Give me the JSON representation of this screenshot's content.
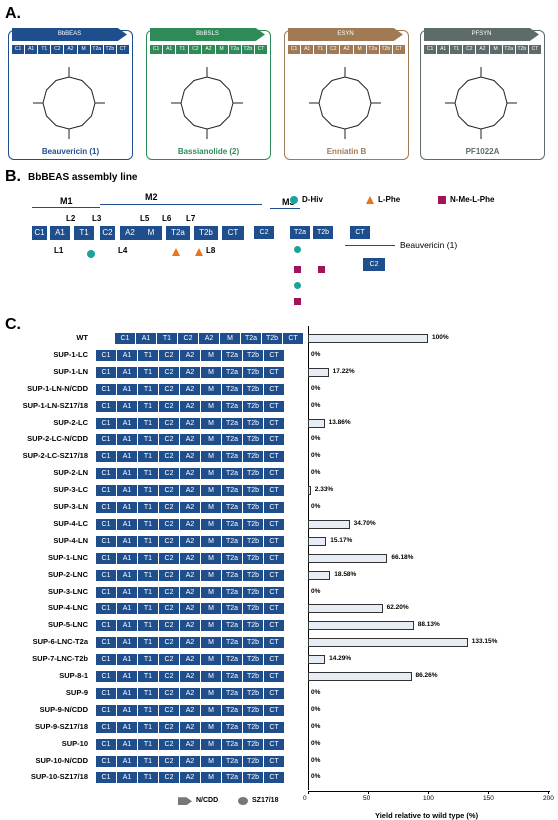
{
  "panel_a": {
    "letter": "A.",
    "cards": [
      {
        "header": "BbBEAS",
        "color": "#1f4e8c",
        "name": "Beauvericin (1)",
        "domains": [
          "C1",
          "A1",
          "T1",
          "C2",
          "A2",
          "M",
          "T2a",
          "T2b",
          "CT"
        ]
      },
      {
        "header": "BbBSLS",
        "color": "#2e8b57",
        "name": "Bassianolide (2)",
        "domains": [
          "C1",
          "A1",
          "T1",
          "C2",
          "A2",
          "M",
          "T2a",
          "T2b",
          "CT"
        ]
      },
      {
        "header": "ESYN",
        "color": "#a07a55",
        "name": "Enniatin B",
        "domains": [
          "C1",
          "A1",
          "T1",
          "C2",
          "A2",
          "M",
          "T2a",
          "T2b",
          "CT"
        ]
      },
      {
        "header": "PFSYN",
        "color": "#5d6b6b",
        "name": "PF1022A",
        "domains": [
          "C1",
          "A1",
          "T1",
          "C2",
          "A2",
          "M",
          "T2a",
          "T2b",
          "CT"
        ]
      }
    ]
  },
  "panel_b": {
    "letter": "B.",
    "title": "BbBEAS assembly line",
    "modules": [
      "M1",
      "M2",
      "M3"
    ],
    "linkers": [
      "L2",
      "L3",
      "L5",
      "L6",
      "L7",
      "L1",
      "L4",
      "L8"
    ],
    "domains": [
      "C1",
      "A1",
      "T1",
      "C2",
      "A2",
      "M",
      "T2a",
      "T2b",
      "CT"
    ],
    "iter_domains": [
      "C2",
      "T2a",
      "T2b",
      "CT",
      "C2"
    ],
    "legend": [
      {
        "label": "D-Hiv",
        "color": "#1aa39a"
      },
      {
        "label": "L-Phe",
        "color": "#e8731a"
      },
      {
        "label": "N-Me-L-Phe",
        "color": "#a0145c"
      }
    ],
    "product": "Beauvericin (1)"
  },
  "panel_c": {
    "letter": "C.",
    "xlabel": "Yield relative to wild type (%)",
    "legend": [
      "N/CDD",
      "SZ17/18"
    ],
    "rows": [
      {
        "label": "WT",
        "pct": "100%"
      },
      {
        "label": "SUP-1-LC",
        "pct": "0%"
      },
      {
        "label": "SUP-1-LN",
        "pct": "17.22%"
      },
      {
        "label": "SUP-1-LN-N/CDD",
        "pct": "0%"
      },
      {
        "label": "SUP-1-LN-SZ17/18",
        "pct": "0%"
      },
      {
        "label": "SUP-2-LC",
        "pct": "13.86%"
      },
      {
        "label": "SUP-2-LC-N/CDD",
        "pct": "0%"
      },
      {
        "label": "SUP-2-LC-SZ17/18",
        "pct": "0%"
      },
      {
        "label": "SUP-2-LN",
        "pct": "0%"
      },
      {
        "label": "SUP-3-LC",
        "pct": "2.33%"
      },
      {
        "label": "SUP-3-LN",
        "pct": "0%"
      },
      {
        "label": "SUP-4-LC",
        "pct": "34.70%"
      },
      {
        "label": "SUP-4-LN",
        "pct": "15.17%"
      },
      {
        "label": "SUP-1-LNC",
        "pct": "66.18%"
      },
      {
        "label": "SUP-2-LNC",
        "pct": "18.58%"
      },
      {
        "label": "SUP-3-LNC",
        "pct": "0%"
      },
      {
        "label": "SUP-4-LNC",
        "pct": "62.20%"
      },
      {
        "label": "SUP-5-LNC",
        "pct": "88.13%"
      },
      {
        "label": "SUP-6-LNC-T2a",
        "pct": "133.15%"
      },
      {
        "label": "SUP-7-LNC-T2b",
        "pct": "14.29%"
      },
      {
        "label": "SUP-8-1",
        "pct": "86.26%"
      },
      {
        "label": "SUP-9",
        "pct": "0%"
      },
      {
        "label": "SUP-9-N/CDD",
        "pct": "0%"
      },
      {
        "label": "SUP-9-SZ17/18",
        "pct": "0%"
      },
      {
        "label": "SUP-10",
        "pct": "0%"
      },
      {
        "label": "SUP-10-N/CDD",
        "pct": "0%"
      },
      {
        "label": "SUP-10-SZ17/18",
        "pct": "0%"
      }
    ],
    "row_domains": [
      "C1",
      "A1",
      "T1",
      "C2",
      "A2",
      "M",
      "T2a",
      "T2b",
      "CT"
    ]
  },
  "chart_data": {
    "type": "bar",
    "orientation": "horizontal",
    "categories": [
      "WT",
      "SUP-1-LC",
      "SUP-1-LN",
      "SUP-1-LN-N/CDD",
      "SUP-1-LN-SZ17/18",
      "SUP-2-LC",
      "SUP-2-LC-N/CDD",
      "SUP-2-LC-SZ17/18",
      "SUP-2-LN",
      "SUP-3-LC",
      "SUP-3-LN",
      "SUP-4-LC",
      "SUP-4-LN",
      "SUP-1-LNC",
      "SUP-2-LNC",
      "SUP-3-LNC",
      "SUP-4-LNC",
      "SUP-5-LNC",
      "SUP-6-LNC-T2a",
      "SUP-7-LNC-T2b",
      "SUP-8-1",
      "SUP-9",
      "SUP-9-N/CDD",
      "SUP-9-SZ17/18",
      "SUP-10",
      "SUP-10-N/CDD",
      "SUP-10-SZ17/18"
    ],
    "values": [
      100,
      0,
      17.22,
      0,
      0,
      13.86,
      0,
      0,
      0,
      2.33,
      0,
      34.7,
      15.17,
      66.18,
      18.58,
      0,
      62.2,
      88.13,
      133.15,
      14.29,
      86.26,
      0,
      0,
      0,
      0,
      0,
      0
    ],
    "xlabel": "Yield relative to wild type (%)",
    "xlim": [
      0,
      200
    ],
    "xticks": [
      "0",
      "50",
      "100",
      "150",
      "200"
    ]
  }
}
